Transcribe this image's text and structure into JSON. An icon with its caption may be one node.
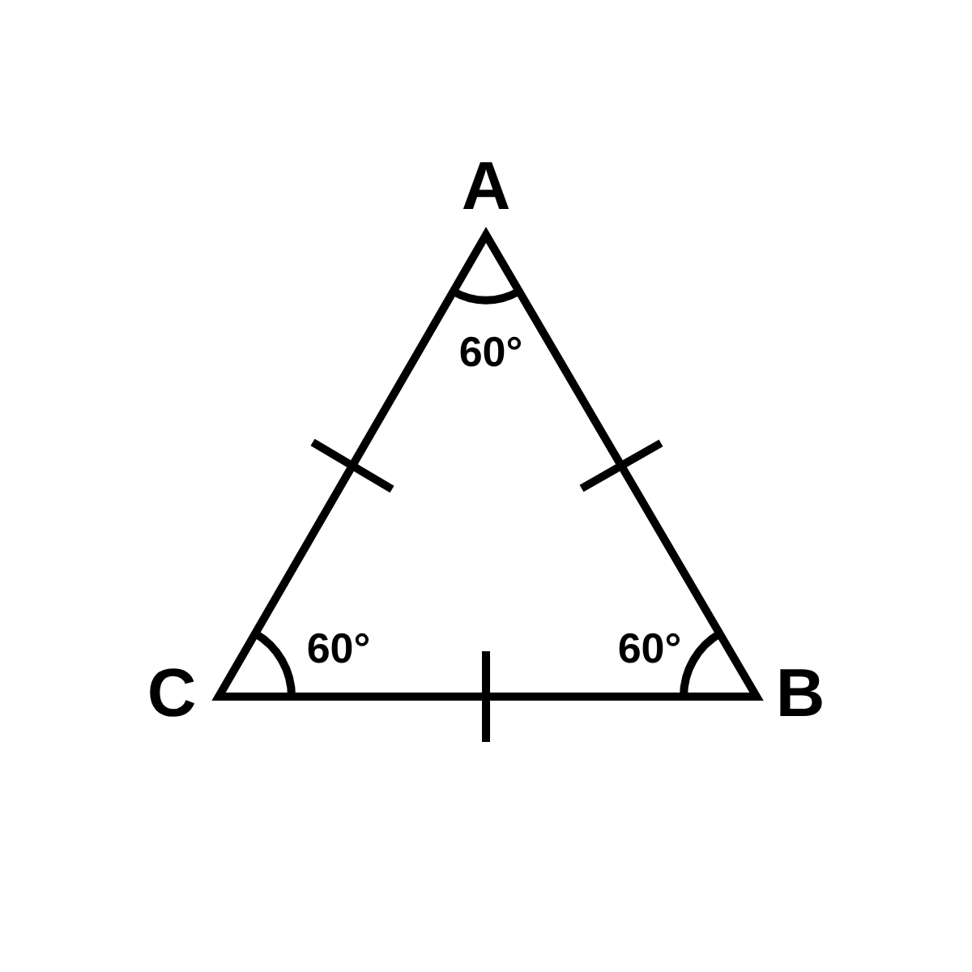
{
  "diagram": {
    "labels": [
      "A",
      "60°",
      "C",
      "60°",
      "60°",
      "B"
    ]
  }
}
